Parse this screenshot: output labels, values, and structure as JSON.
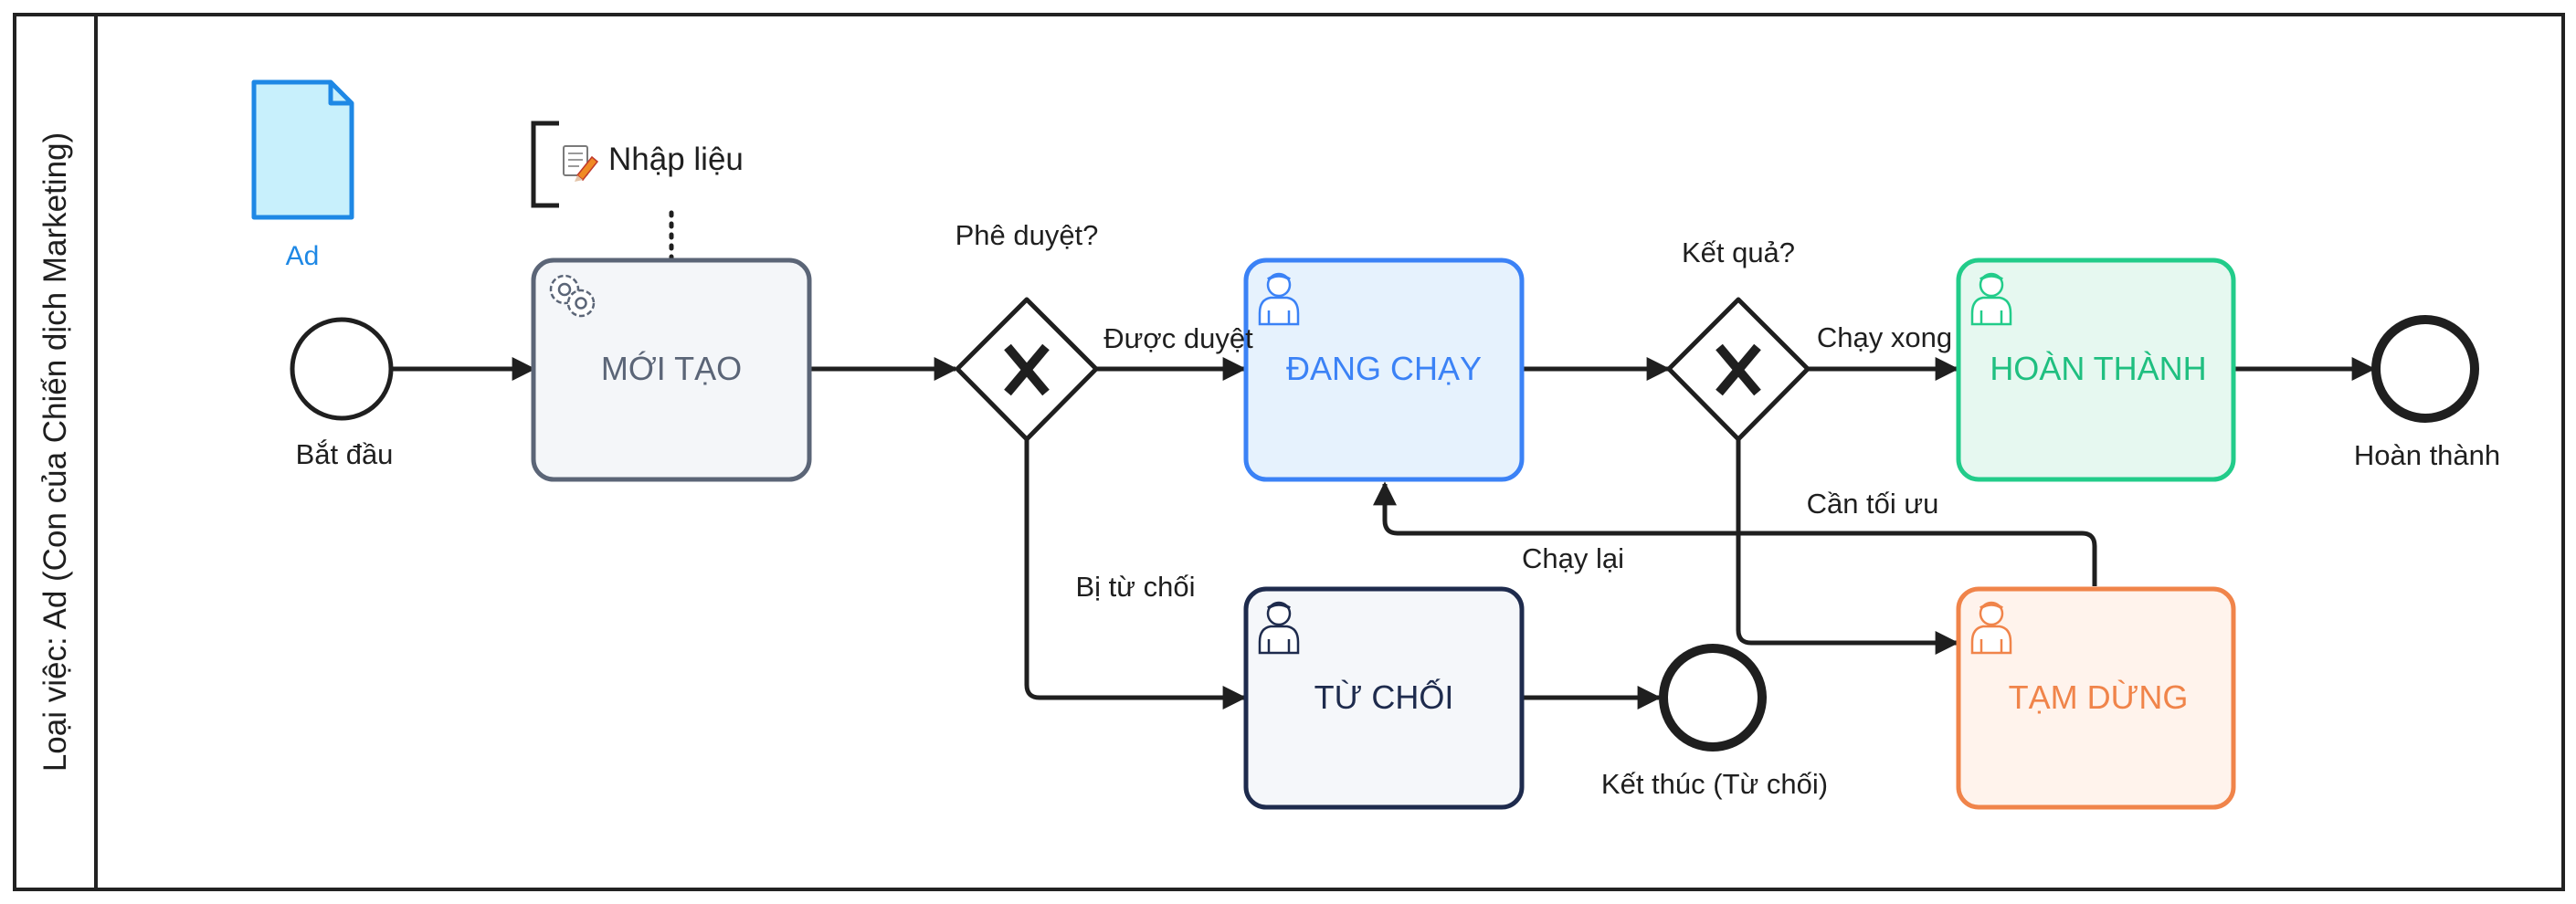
{
  "pool": {
    "label": "Loại việc: Ad (Con của Chiến dịch Marketing)"
  },
  "data_object": {
    "label": "Ad",
    "icon": "file-icon",
    "color": "#1e88e5",
    "fill": "#c8f0fc"
  },
  "annotation": {
    "label": "Nhập liệu",
    "icon": "memo-pencil-icon"
  },
  "events": {
    "start": {
      "label": "Bắt đầu"
    },
    "end_done": {
      "label": "Hoàn thành"
    },
    "end_rejected": {
      "label": "Kết thúc (Từ chối)"
    }
  },
  "gateways": {
    "approval": {
      "label": "Phê duyệt?"
    },
    "result": {
      "label": "Kết quả?"
    }
  },
  "tasks": {
    "new": {
      "label": "MỚI TẠO",
      "icon": "gear-icon",
      "stroke": "#5b6577",
      "fill": "#f4f6f9",
      "text": "#5b6577"
    },
    "running": {
      "label": "ĐANG CHẠY",
      "icon": "user-icon",
      "stroke": "#3b82f6",
      "fill": "#e6f2fd",
      "text": "#3b82f6"
    },
    "done": {
      "label": "HOÀN THÀNH",
      "icon": "user-icon",
      "stroke": "#22cc8a",
      "fill": "#e6f8f0",
      "text": "#1fbf80"
    },
    "rejected": {
      "label": "TỪ CHỐI",
      "icon": "user-icon",
      "stroke": "#1e2b4d",
      "fill": "#f5f7fa",
      "text": "#1e2b4d"
    },
    "paused": {
      "label": "TẠM DỪNG",
      "icon": "user-icon",
      "stroke": "#f0844a",
      "fill": "#fff3ec",
      "text": "#f0844a"
    }
  },
  "flows": {
    "approved": "Được duyệt",
    "rejected": "Bị từ chối",
    "finished": "Chạy xong",
    "optimize": "Cần tối ưu",
    "rerun": "Chạy lại"
  }
}
